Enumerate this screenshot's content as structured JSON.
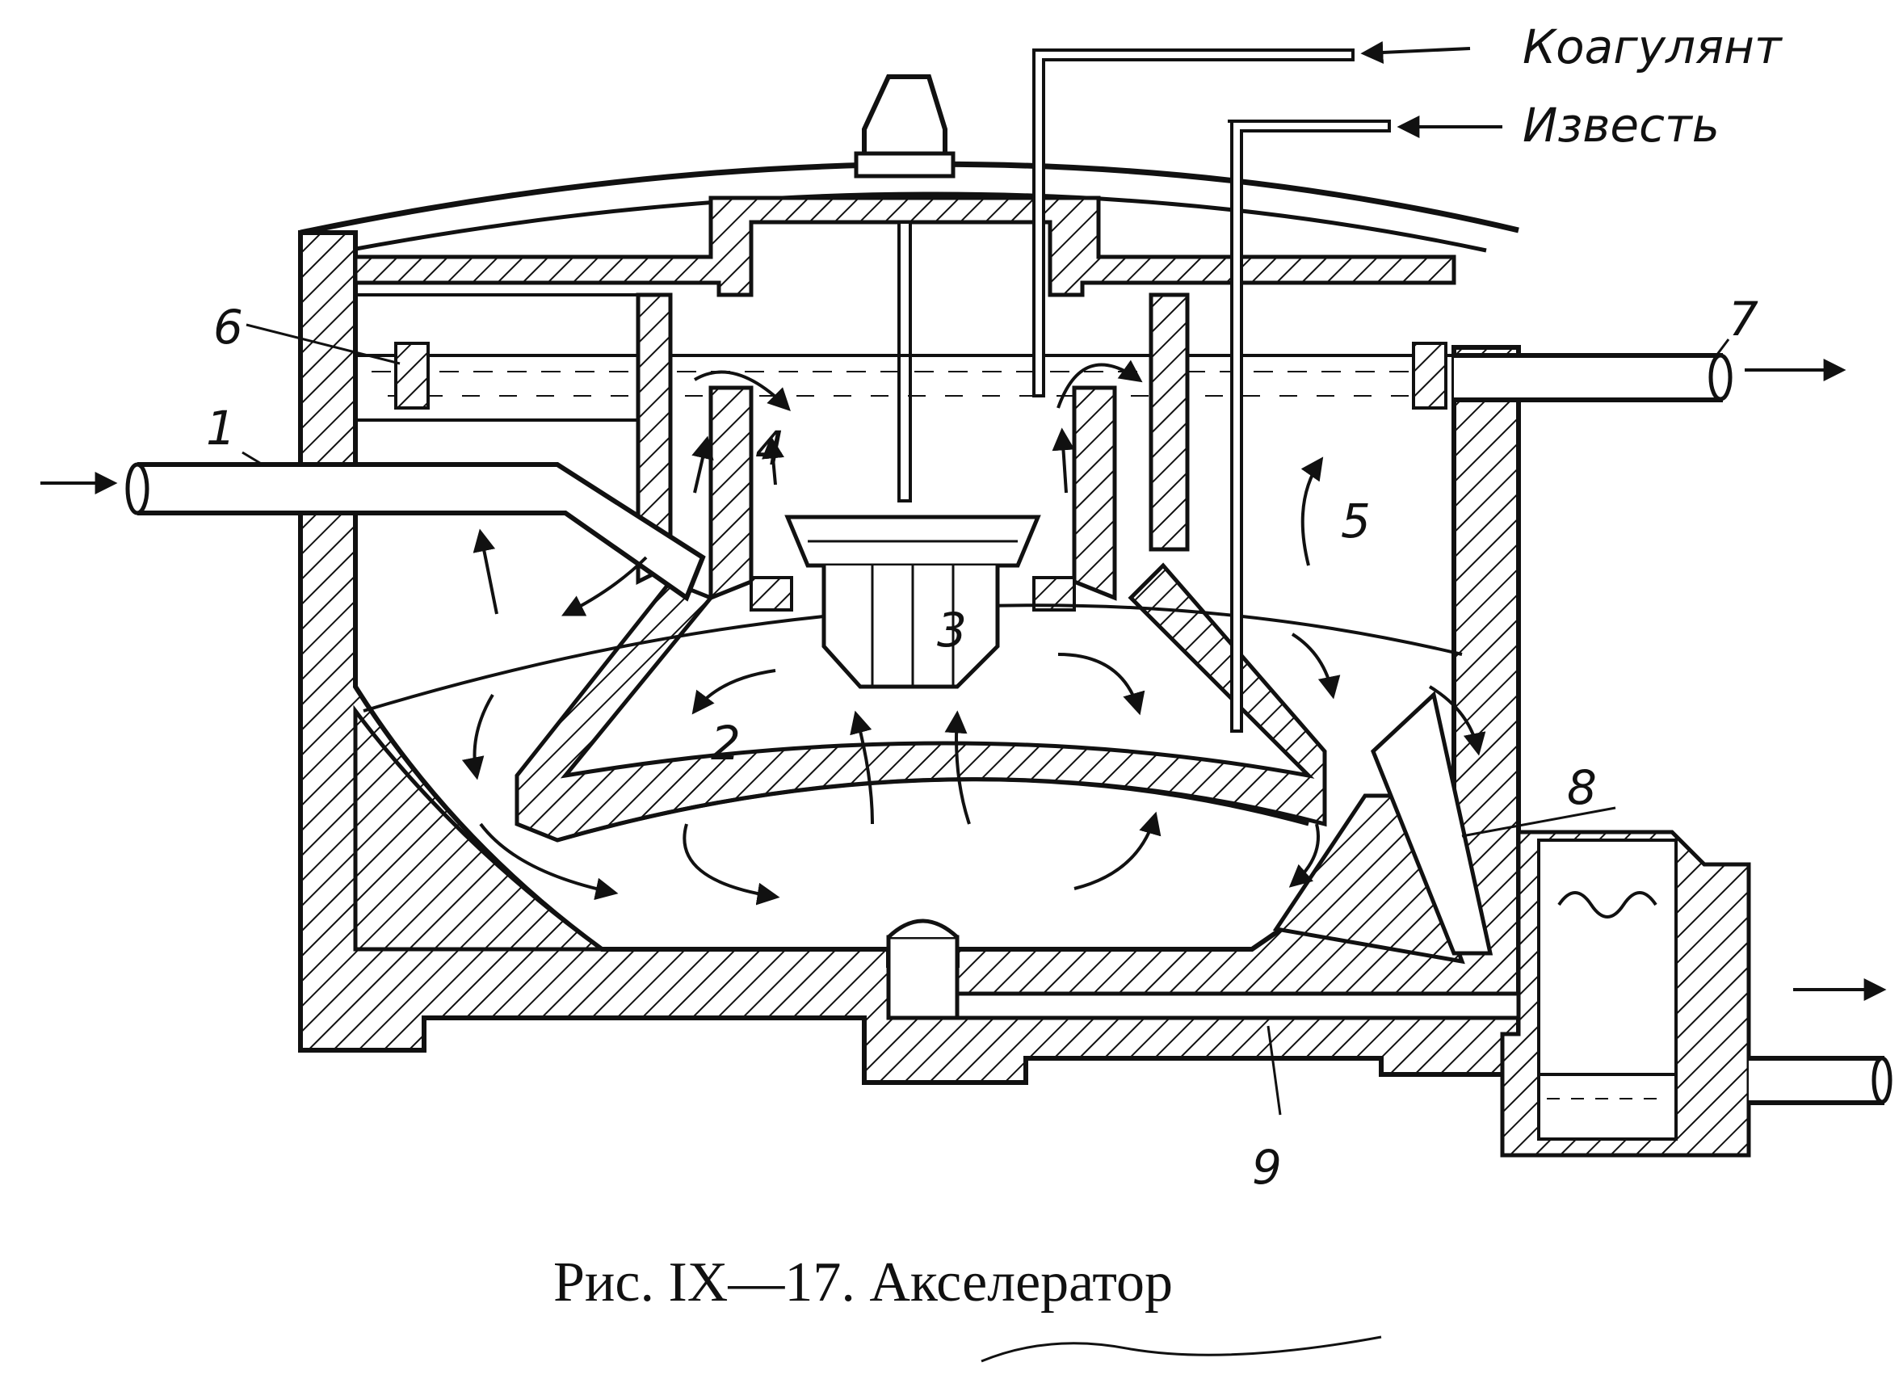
{
  "labels": {
    "n1": "1",
    "n2": "2",
    "n3": "3",
    "n4": "4",
    "n5": "5",
    "n6": "6",
    "n7": "7",
    "n8": "8",
    "n9": "9"
  },
  "feeds": {
    "coagulant": "Коагулянт",
    "lime": "Известь"
  },
  "caption": "Рис. IX—17. Акселератор"
}
